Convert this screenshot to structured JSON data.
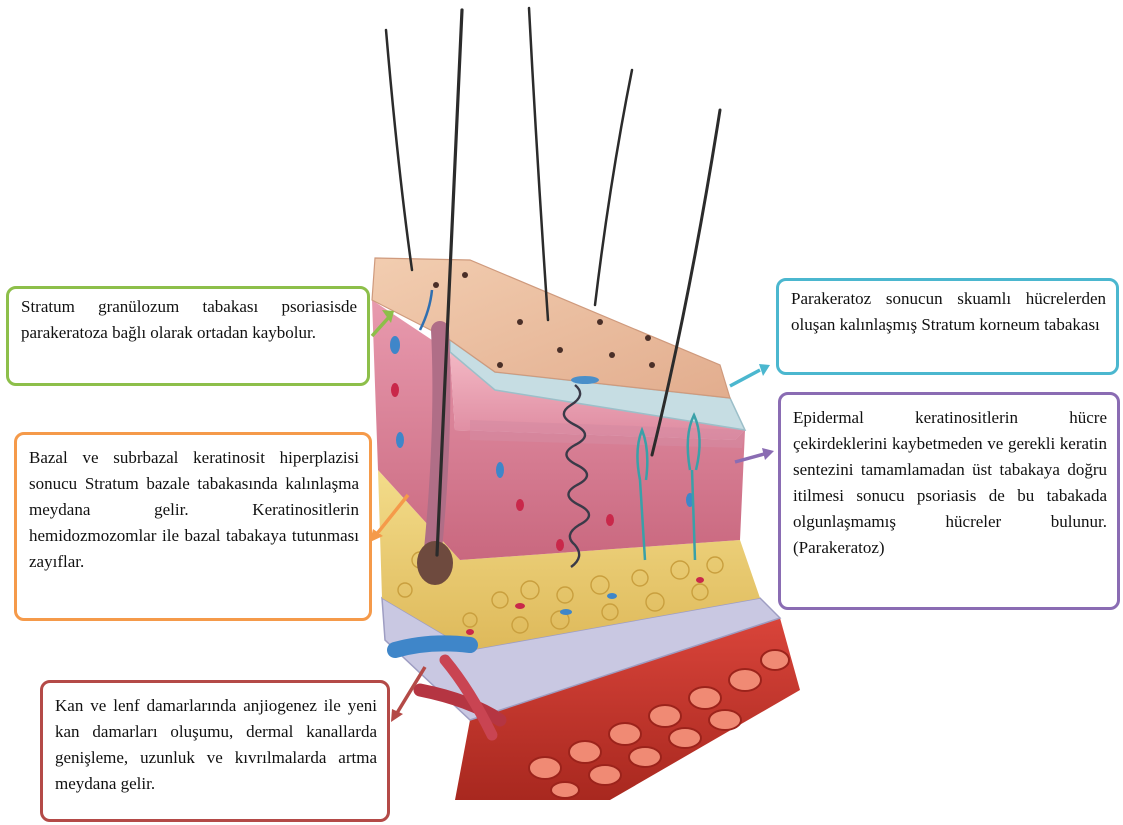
{
  "callouts": {
    "stratum_granulosum": "Stratum granülozum tabakası psoriasisde parakeratoza bağlı olarak ortadan kaybolur.",
    "basal_hyperplasia": "Bazal ve subrbazal keratinosit hiperplazisi sonucu Stratum bazale tabakasında kalınlaşma meydana gelir. Keratinositlerin hemidozmozomlar ile bazal tabakaya tutunması zayıflar.",
    "stratum_corneum": "Parakeratoz sonucun skuamlı hücrelerden oluşan kalınlaşmış Stratum korneum tabakası",
    "parakeratosis": "Epidermal keratinositlerin hücre çekirdeklerini kaybetmeden ve gerekli keratin sentezini tamamlamadan üst tabakaya doğru itilmesi sonucu psoriasis de bu tabakada olgunlaşmamış hücreler bulunur. (Parakeratoz)",
    "angiogenesis": "Kan ve lenf damarlarında anjiogenez ile yeni kan damarları oluşumu, dermal kanallarda genişleme, uzunluk ve kıvrılmalarda artma meydana gelir."
  },
  "colors": {
    "green": "#8dbf4a",
    "orange": "#f59a4a",
    "cyan": "#4bb7cf",
    "purple": "#8a6cb3",
    "red": "#b44a47"
  }
}
